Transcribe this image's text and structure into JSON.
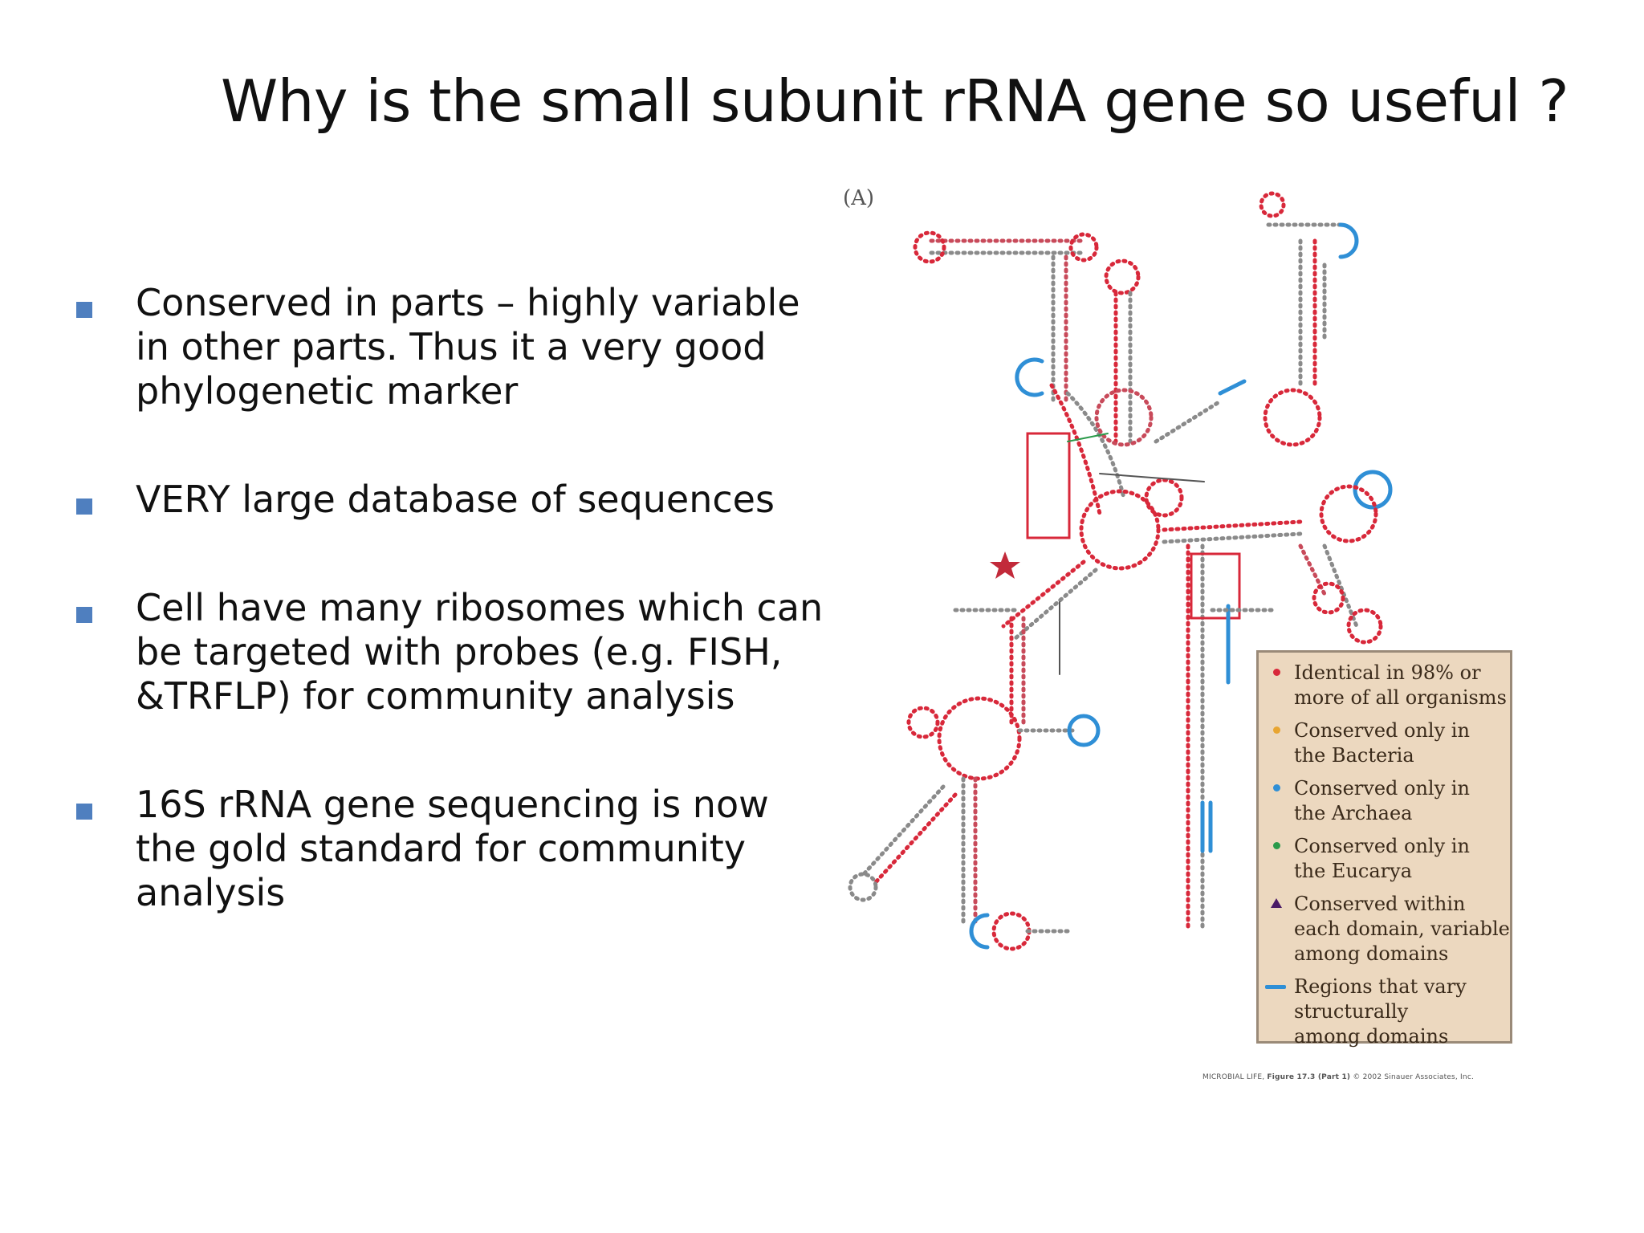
{
  "slide": {
    "title": "Why is the small subunit rRNA gene so useful ?",
    "bullets": [
      "Conserved in parts – highly variable\nin other parts. Thus it a very good\nphylogenetic marker",
      "VERY large database of sequences",
      "Cell have many ribosomes which can\nbe targeted with probes (e.g. FISH,\n&TRFLP) for community analysis",
      "16S rRNA gene sequencing is now\nthe gold standard for community\nanalysis"
    ]
  },
  "figure": {
    "label": "(A)",
    "legend": [
      {
        "symbol": "dot",
        "color": "#d8283a",
        "text": "Identical in 98% or\nmore of all organisms"
      },
      {
        "symbol": "dot",
        "color": "#e8a531",
        "text": "Conserved only in\nthe Bacteria"
      },
      {
        "symbol": "dot",
        "color": "#2f8fd6",
        "text": "Conserved only in\nthe Archaea"
      },
      {
        "symbol": "dot",
        "color": "#2a9a4a",
        "text": "Conserved only in\nthe Eucarya"
      },
      {
        "symbol": "triangle",
        "color": "#4a1a66",
        "text": "Conserved within\neach domain, variable\namong domains"
      },
      {
        "symbol": "bar",
        "color": "#2f8fd6",
        "text": "Regions that vary\nstructurally\namong domains"
      }
    ],
    "credit_source": "MICROBIAL LIFE,",
    "credit_figure": "Figure 17.3 (Part 1)",
    "credit_copyright": "© 2002 Sinauer Associates, Inc."
  }
}
